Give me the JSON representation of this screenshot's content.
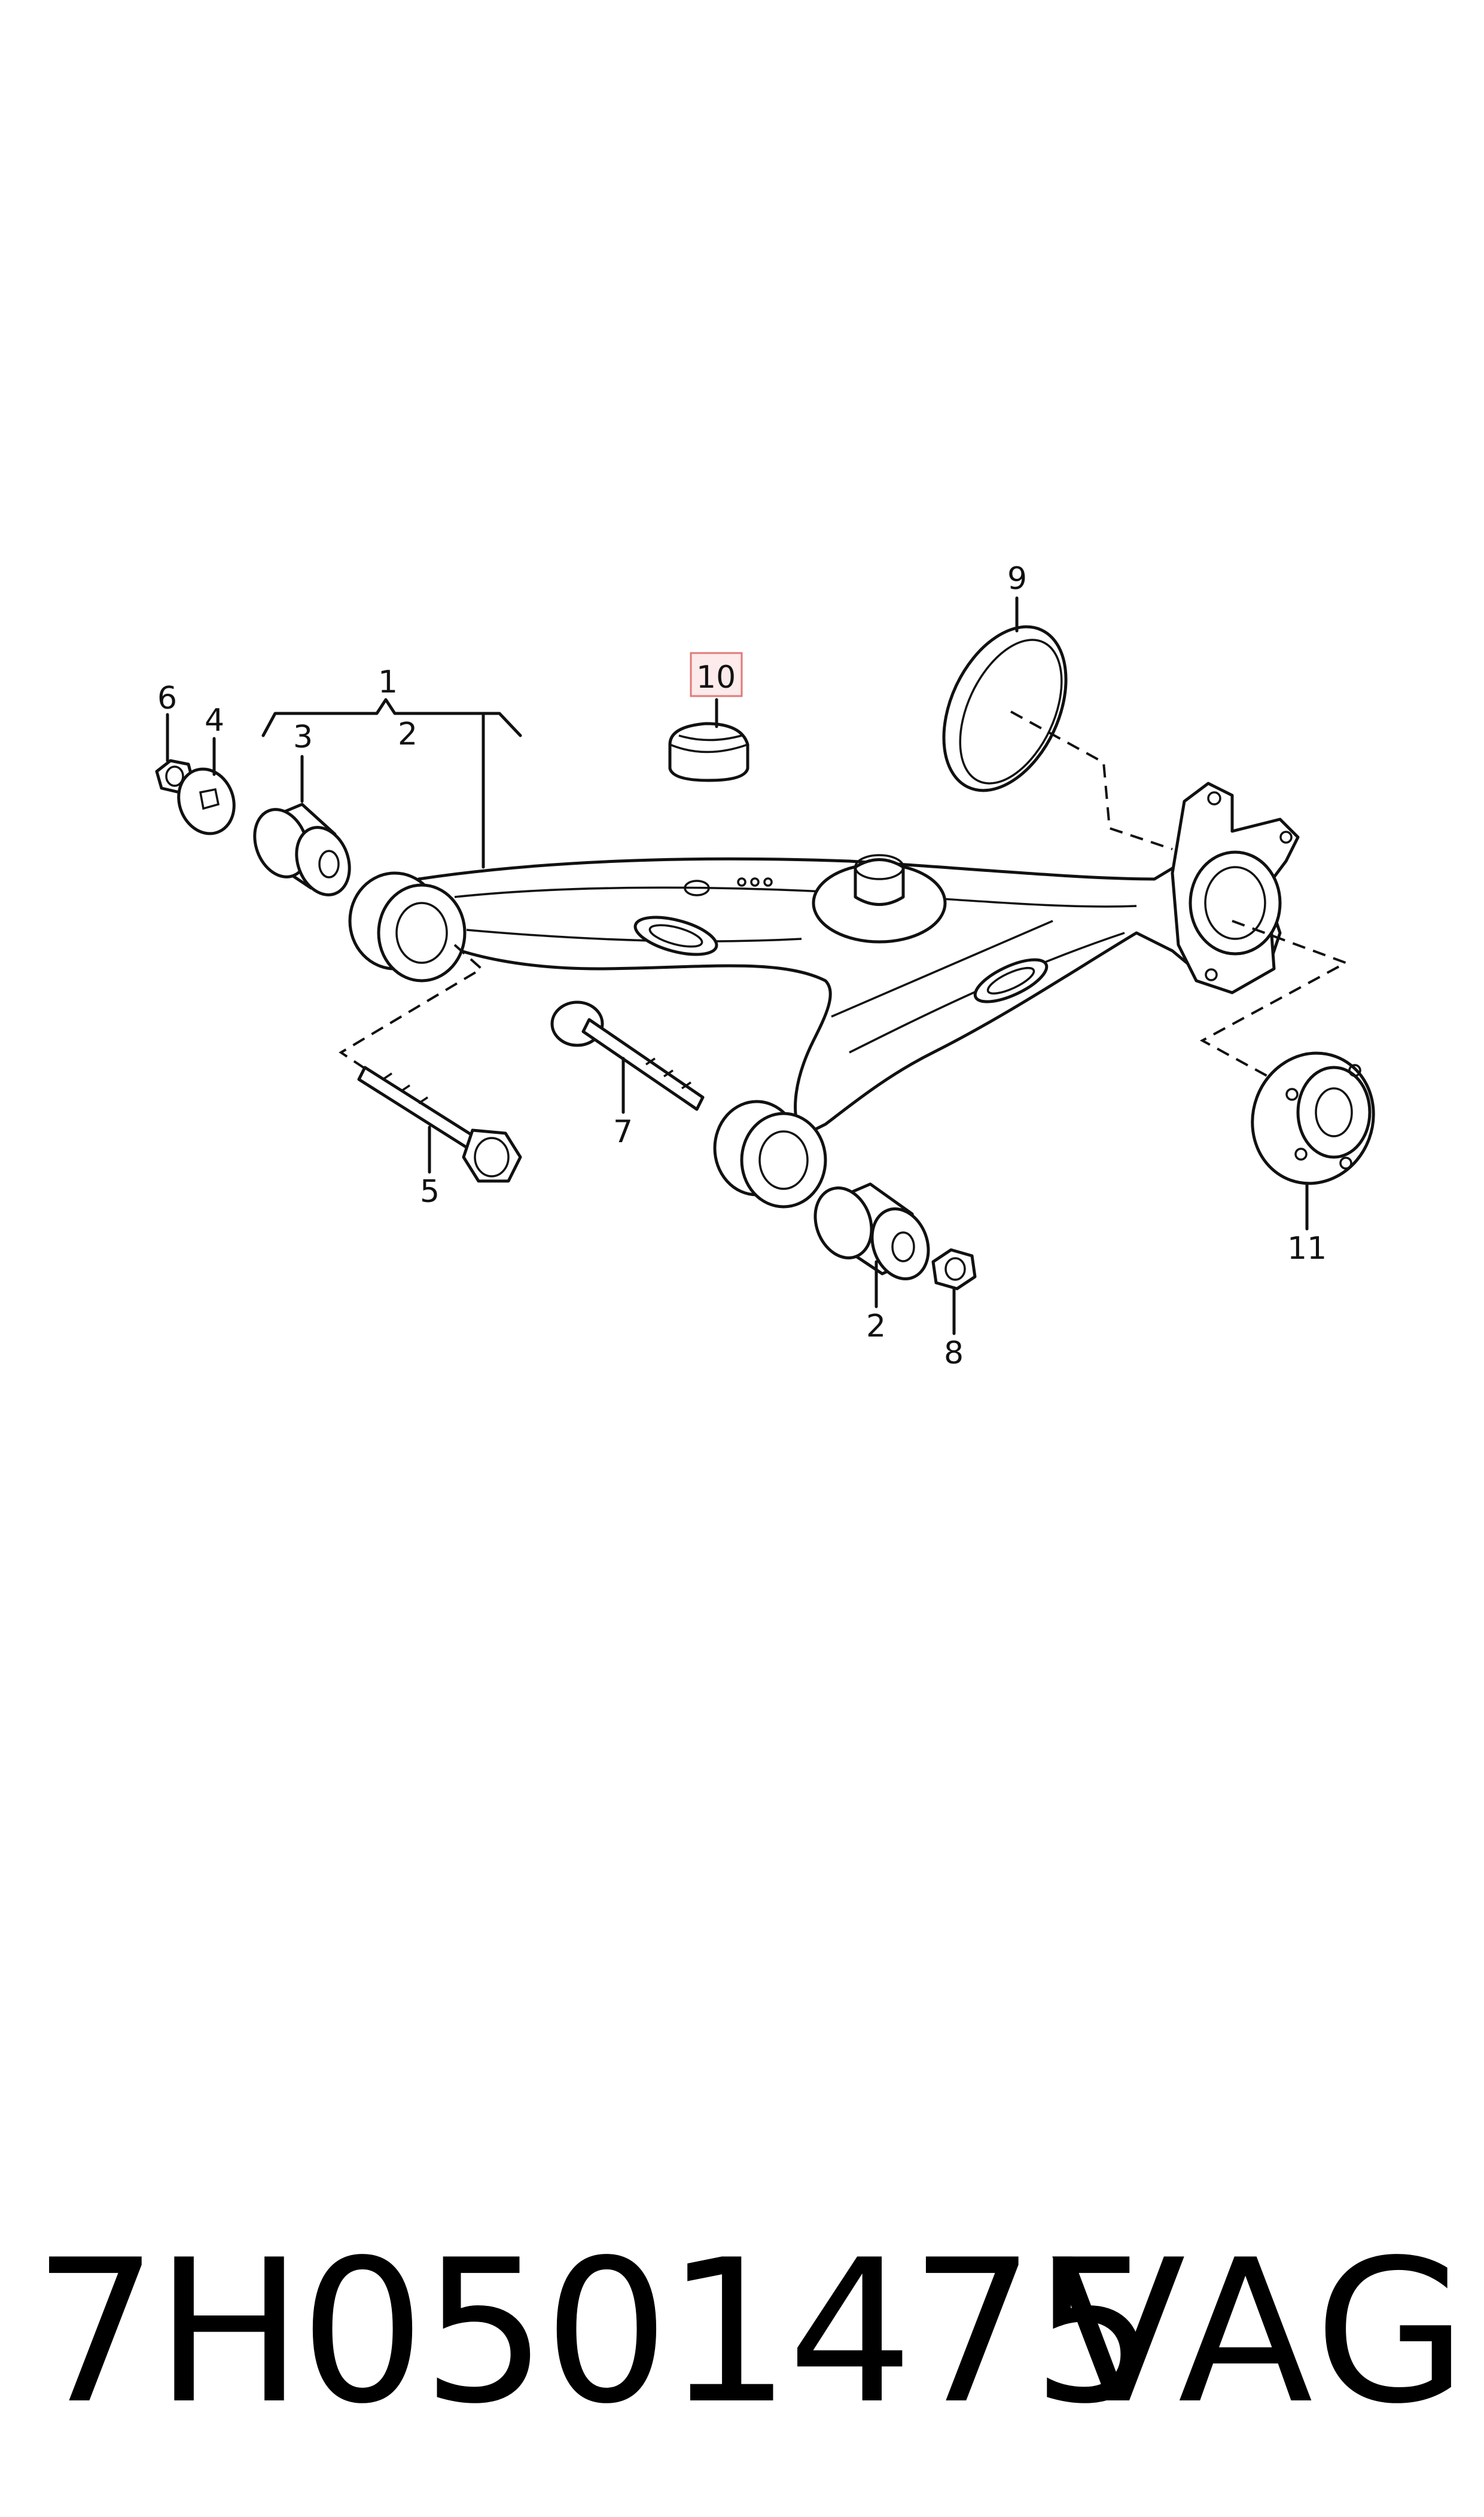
{
  "diagram": {
    "callouts": {
      "c1": "1",
      "c2_top": "2",
      "c2_bottom": "2",
      "c3": "3",
      "c4": "4",
      "c5": "5",
      "c6": "6",
      "c7": "7",
      "c8": "8",
      "c9": "9",
      "c10": "10",
      "c11": "11"
    },
    "highlight_color": "#e07a7a"
  },
  "footer": {
    "part_number": "7H0501475",
    "brand": "VAG"
  }
}
